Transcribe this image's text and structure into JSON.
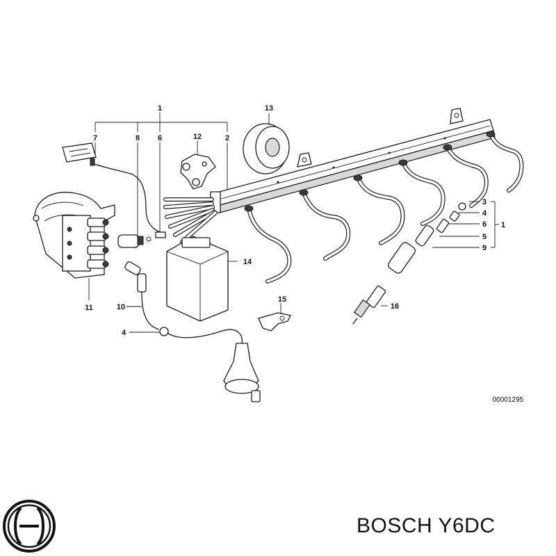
{
  "diagram": {
    "callouts": {
      "c1_top": "1",
      "c7": "7",
      "c8": "8",
      "c6_left": "6",
      "c2": "2",
      "c12": "12",
      "c13": "13",
      "c3": "3",
      "c4_right": "4",
      "c6_right": "6",
      "c1_right": "1",
      "c5": "5",
      "c9": "9",
      "c14": "14",
      "c11": "11",
      "c10": "10",
      "c4_left": "4",
      "c15": "15",
      "c16": "16"
    },
    "reference_code": "00001295"
  },
  "footer": {
    "brand_part": "BOSCH Y6DC"
  },
  "colors": {
    "ink": "#1a1a1a",
    "background": "#ffffff"
  },
  "icons": {
    "logo": "bosch-armature-logo-icon"
  }
}
